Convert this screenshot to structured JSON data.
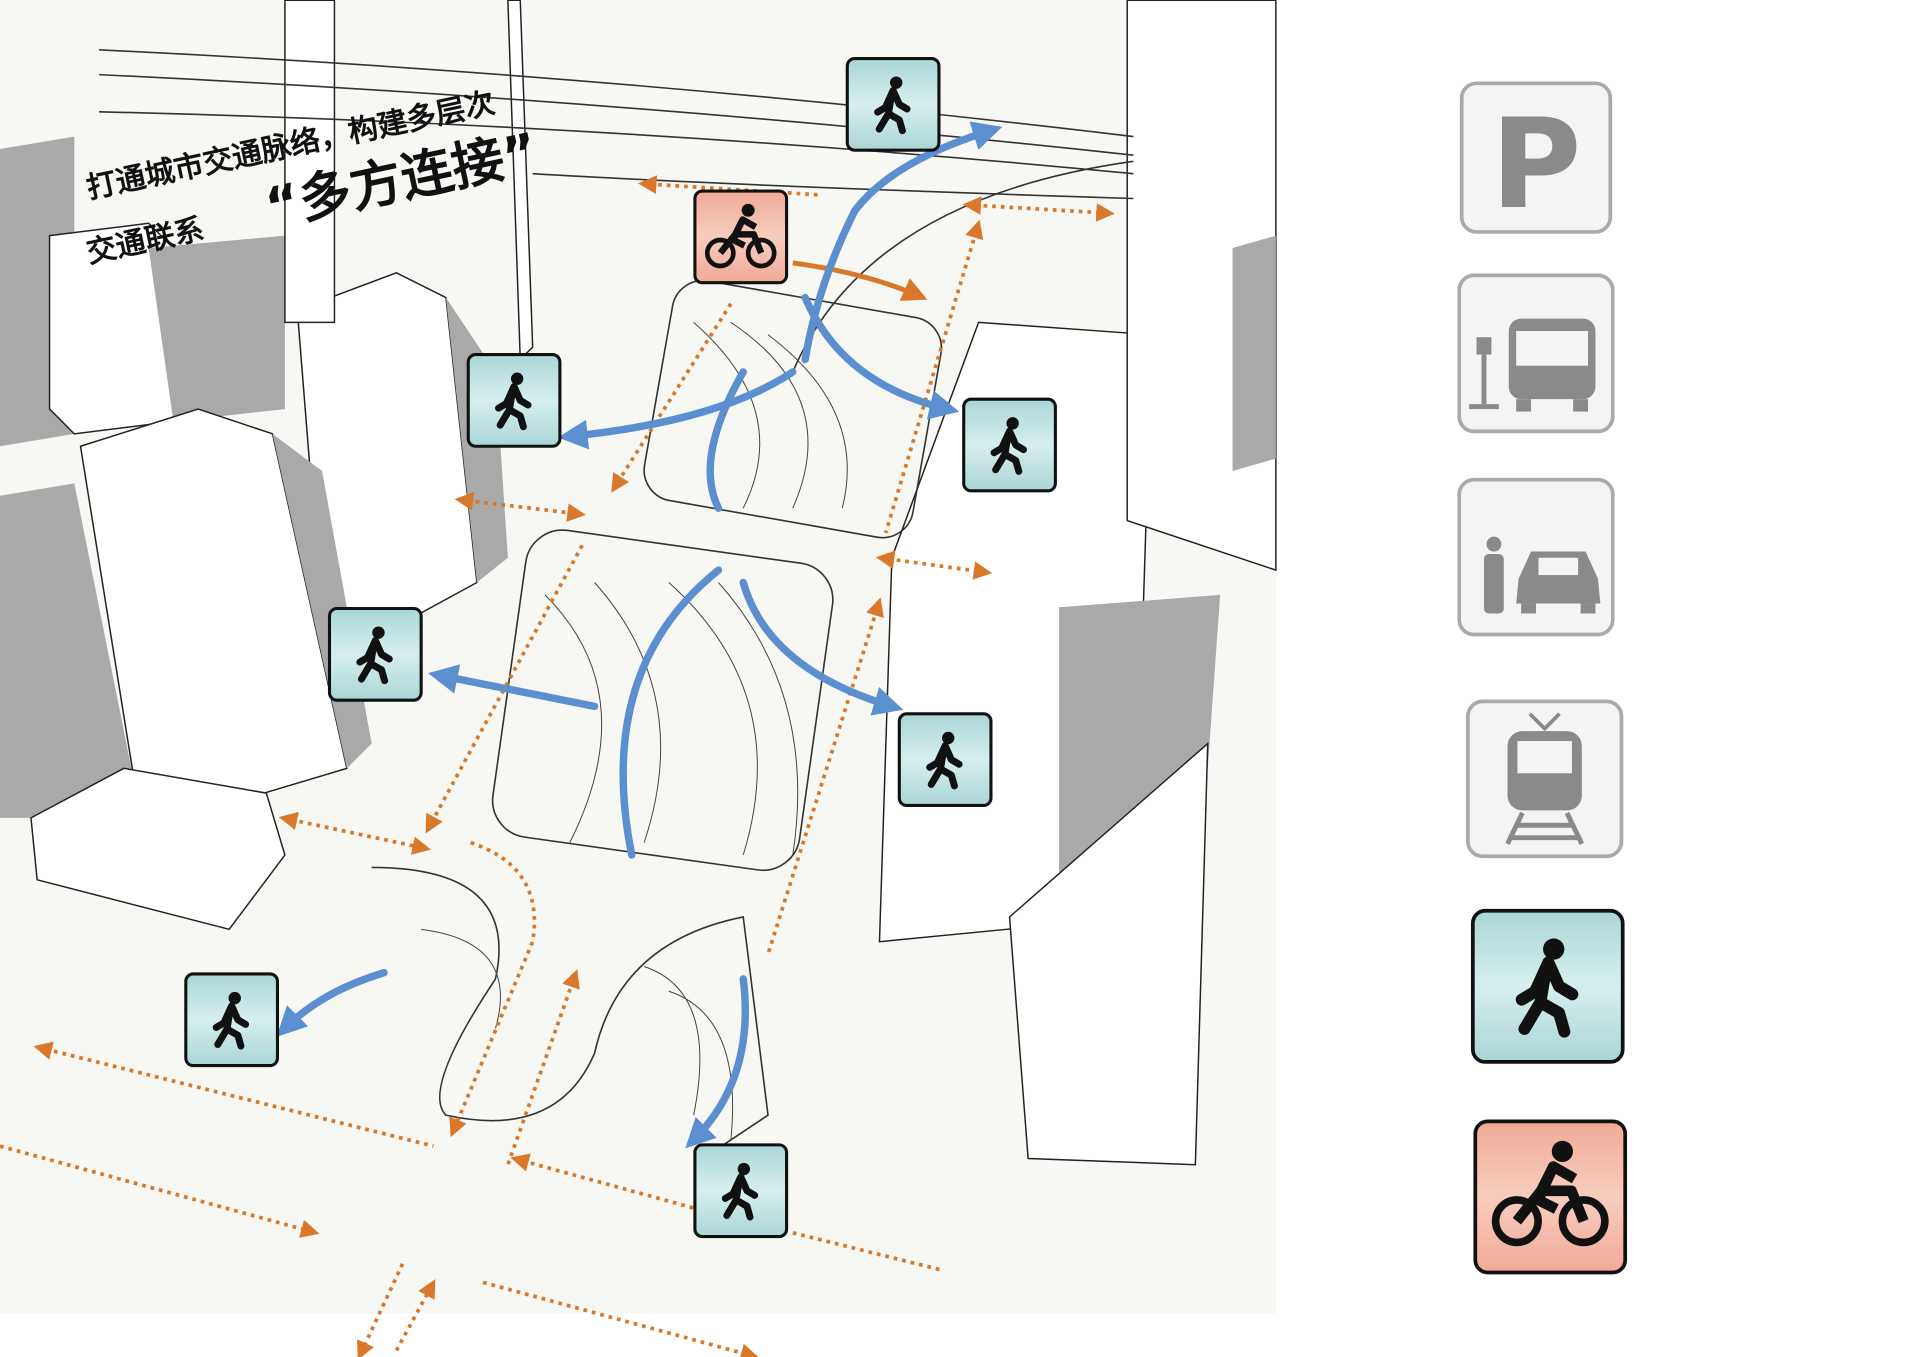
{
  "title": {
    "line1": "打通城市交通脉络，构建多层次",
    "line2": "交通联系",
    "highlight": "“多方连接”"
  },
  "legend": {
    "items": [
      {
        "name": "parking-icon",
        "text": "P"
      },
      {
        "name": "bus-stop-icon"
      },
      {
        "name": "taxi-icon"
      },
      {
        "name": "tram-icon"
      },
      {
        "name": "pedestrian-icon",
        "color": "#a9d6d6"
      },
      {
        "name": "bicycle-icon",
        "color": "#f0aa96"
      }
    ]
  },
  "colors": {
    "pedestrian_flow": "#5b8fd0",
    "vehicle_flow": "#d9782a",
    "pedestrian_badge": "#a9d6d6",
    "bicycle_badge": "#f0aa96"
  }
}
